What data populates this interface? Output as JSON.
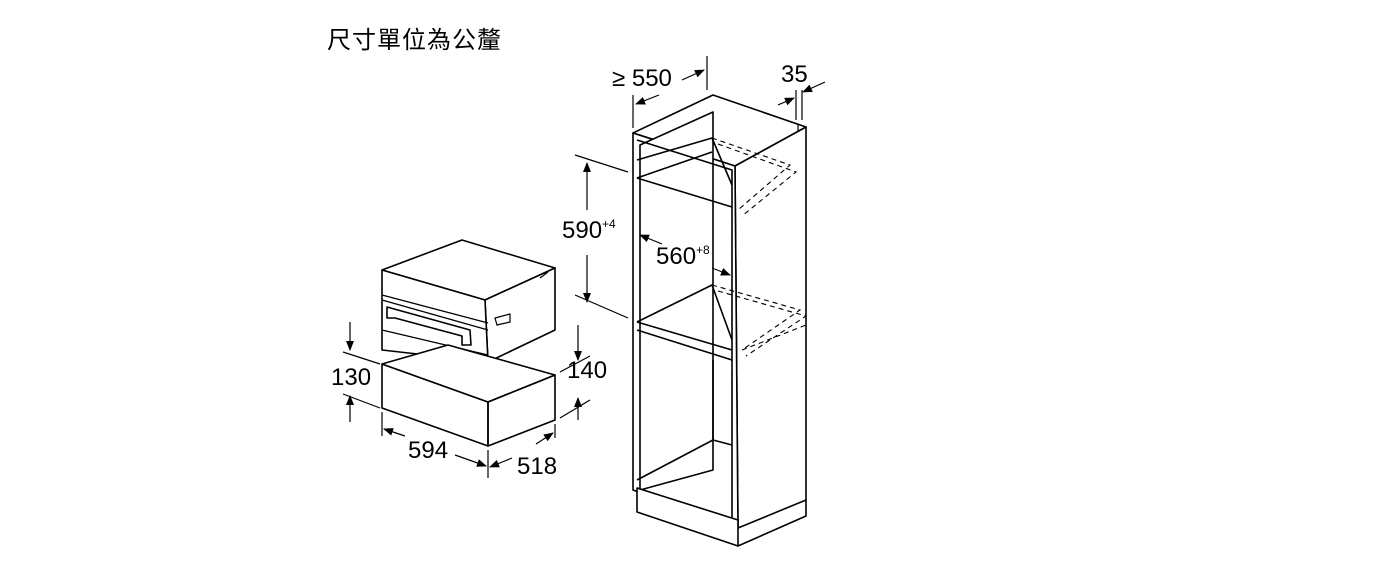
{
  "title": "尺寸單位為公釐",
  "dimensions": {
    "width_min": "≥ 550",
    "depth_rear": "35",
    "niche_height": "590",
    "niche_height_tol": "+4",
    "niche_width": "560",
    "niche_width_tol": "+8",
    "drawer_height_front": "130",
    "drawer_height_side": "140",
    "drawer_width": "594",
    "drawer_depth": "518"
  },
  "colors": {
    "line": "#000000",
    "drawer_fill": "#cfcfcf",
    "background": "#ffffff"
  }
}
